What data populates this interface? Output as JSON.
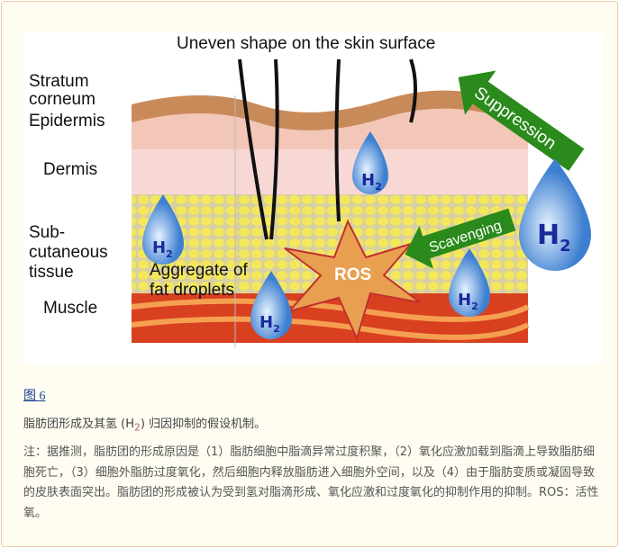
{
  "figure": {
    "labels": {
      "top": "Uneven shape on the skin surface",
      "stratum": "Stratum corneum",
      "stratum1": "Stratum",
      "stratum2": "corneum",
      "epidermis": "Epidermis",
      "dermis": "Dermis",
      "sub1": "Sub-",
      "sub2": "cutaneous",
      "sub3": "tissue",
      "muscle": "Muscle",
      "agg1": "Aggregate of",
      "agg2": "fat droplets",
      "ros": "ROS",
      "suppression": "Suppression",
      "scavenging": "Scavenging",
      "h2": "H",
      "h2sub": "2"
    },
    "colors": {
      "arrow": "#2a8a1c",
      "drop": "#3d7fd0",
      "fat": "#f2e45a",
      "ros": "#e8a050"
    }
  },
  "link": "图 6",
  "caption": {
    "pre": "脂肪团形成及其氢 (H",
    "sub": "2",
    "post": ") 归因抑制的假设机制。"
  },
  "note": "注：据推测，脂肪团的形成原因是（1）脂肪细胞中脂滴异常过度积聚，（2）氧化应激加载到脂滴上导致脂肪细胞死亡，（3）细胞外脂肪过度氧化，然后细胞内释放脂肪进入细胞外空间，以及（4）由于脂肪变质或凝固导致的皮肤表面突出。脂肪团的形成被认为受到氢对脂滴形成、氧化应激和过度氧化的抑制作用的抑制。ROS：活性氧。"
}
